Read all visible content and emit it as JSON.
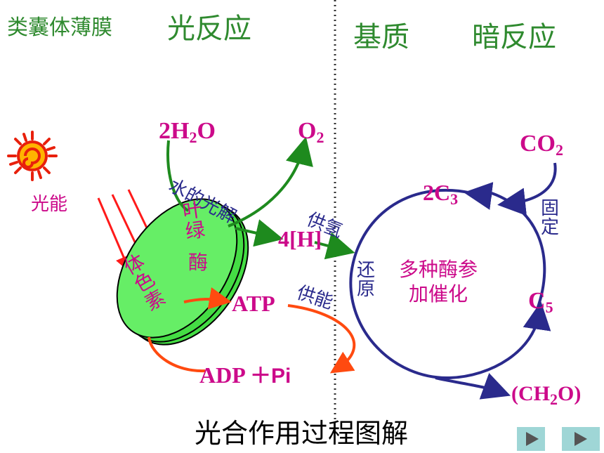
{
  "header": {
    "thylakoid": "类囊体薄膜",
    "light_reaction": "光反应",
    "stroma": "基质",
    "dark_reaction": "暗反应"
  },
  "labels": {
    "water": "2H",
    "water_sub": "2",
    "water_tail": "O",
    "oxygen": "O",
    "oxygen_sub": "2",
    "photolysis": "水的光解",
    "light_energy": "光能",
    "hydrogen": "4[H]",
    "atp": "ATP",
    "adp": "ADP",
    "pi": "＋Pi",
    "chloro_1": "叶",
    "chloro_2": "绿",
    "chloro_3": "体",
    "chloro_4": "色",
    "chloro_5": "素",
    "enzyme": "酶",
    "supply_h": "供氢",
    "supply_energy": "供能",
    "reduction_1": "还",
    "reduction_2": "原",
    "c3": "2C",
    "c3_sub": "3",
    "co2": "CO",
    "co2_sub": "2",
    "fixation_1": "固",
    "fixation_2": "定",
    "c5": "C",
    "c5_sub": "5",
    "enzymes_1": "多种酶参",
    "enzymes_2": "加催化",
    "carbohydrate_a": "(CH",
    "carbohydrate_sub": "2",
    "carbohydrate_b": "O)",
    "caption": "光合作用过程图解"
  },
  "colors": {
    "green_text": "#2f8a2f",
    "magenta": "#cc0a8a",
    "navy": "#2a2a8c",
    "arrow_green": "#1e8a1e",
    "arrow_red": "#ff1a1a",
    "arrow_orange": "#ff4a10",
    "chloroplast_fill": "#44dd44",
    "nav_button": "#9fd6d6"
  },
  "icons": [
    "sun-icon",
    "play-next-icon",
    "play-forward-icon"
  ]
}
